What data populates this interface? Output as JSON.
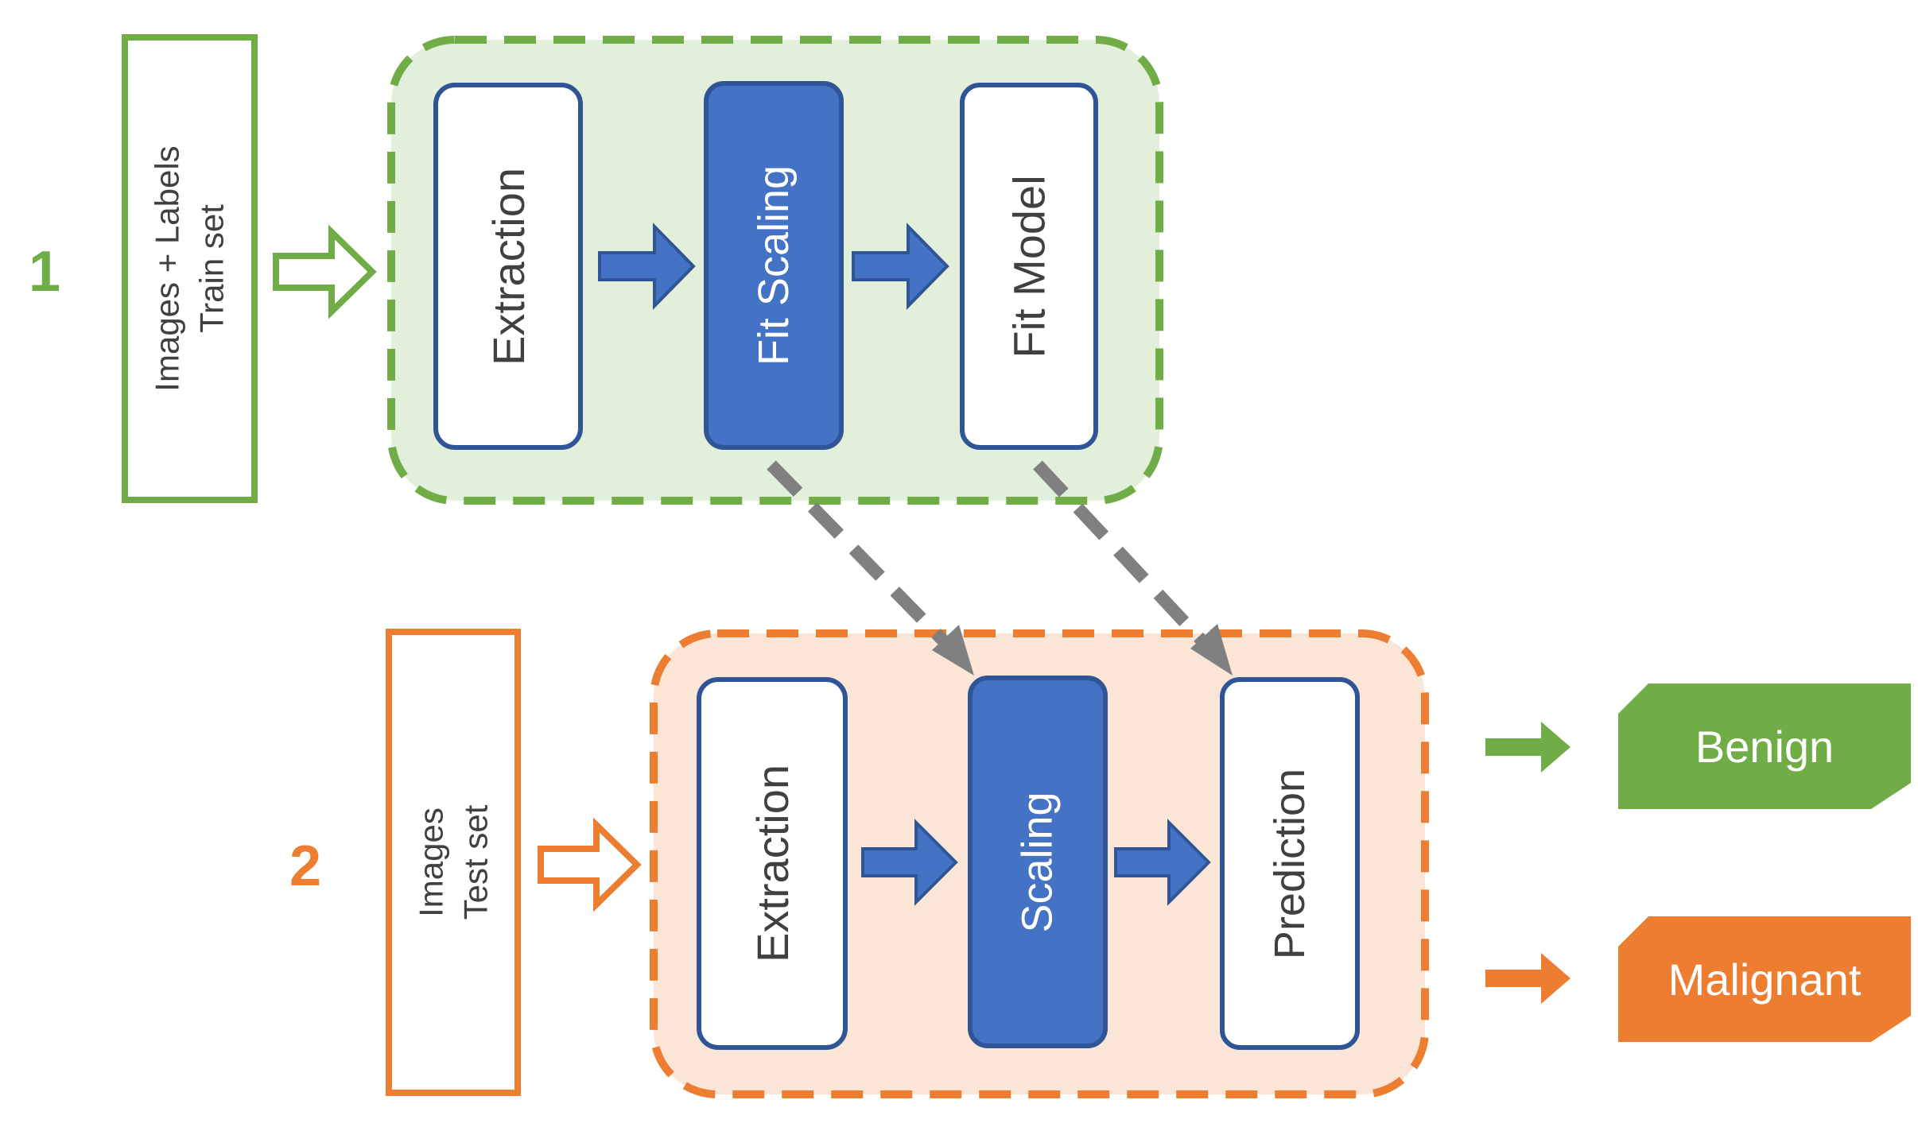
{
  "colors": {
    "green": "#70ad47",
    "green_fill": "#e2efda",
    "orange": "#ed7d31",
    "orange_fill": "#fbe5d6",
    "blue": "#4472c4",
    "blue_dark": "#2f5597",
    "gray": "#808080",
    "text": "#404040"
  },
  "training": {
    "step_number": "1",
    "input_line1": "Images + Labels",
    "input_line2": "Train set",
    "steps": [
      "Extraction",
      "Fit Scaling",
      "Fit Model"
    ]
  },
  "testing": {
    "step_number": "2",
    "input_line1": "Images",
    "input_line2": "Test set",
    "steps": [
      "Extraction",
      "Scaling",
      "Prediction"
    ]
  },
  "outcomes": [
    "Benign",
    "Malignant"
  ]
}
